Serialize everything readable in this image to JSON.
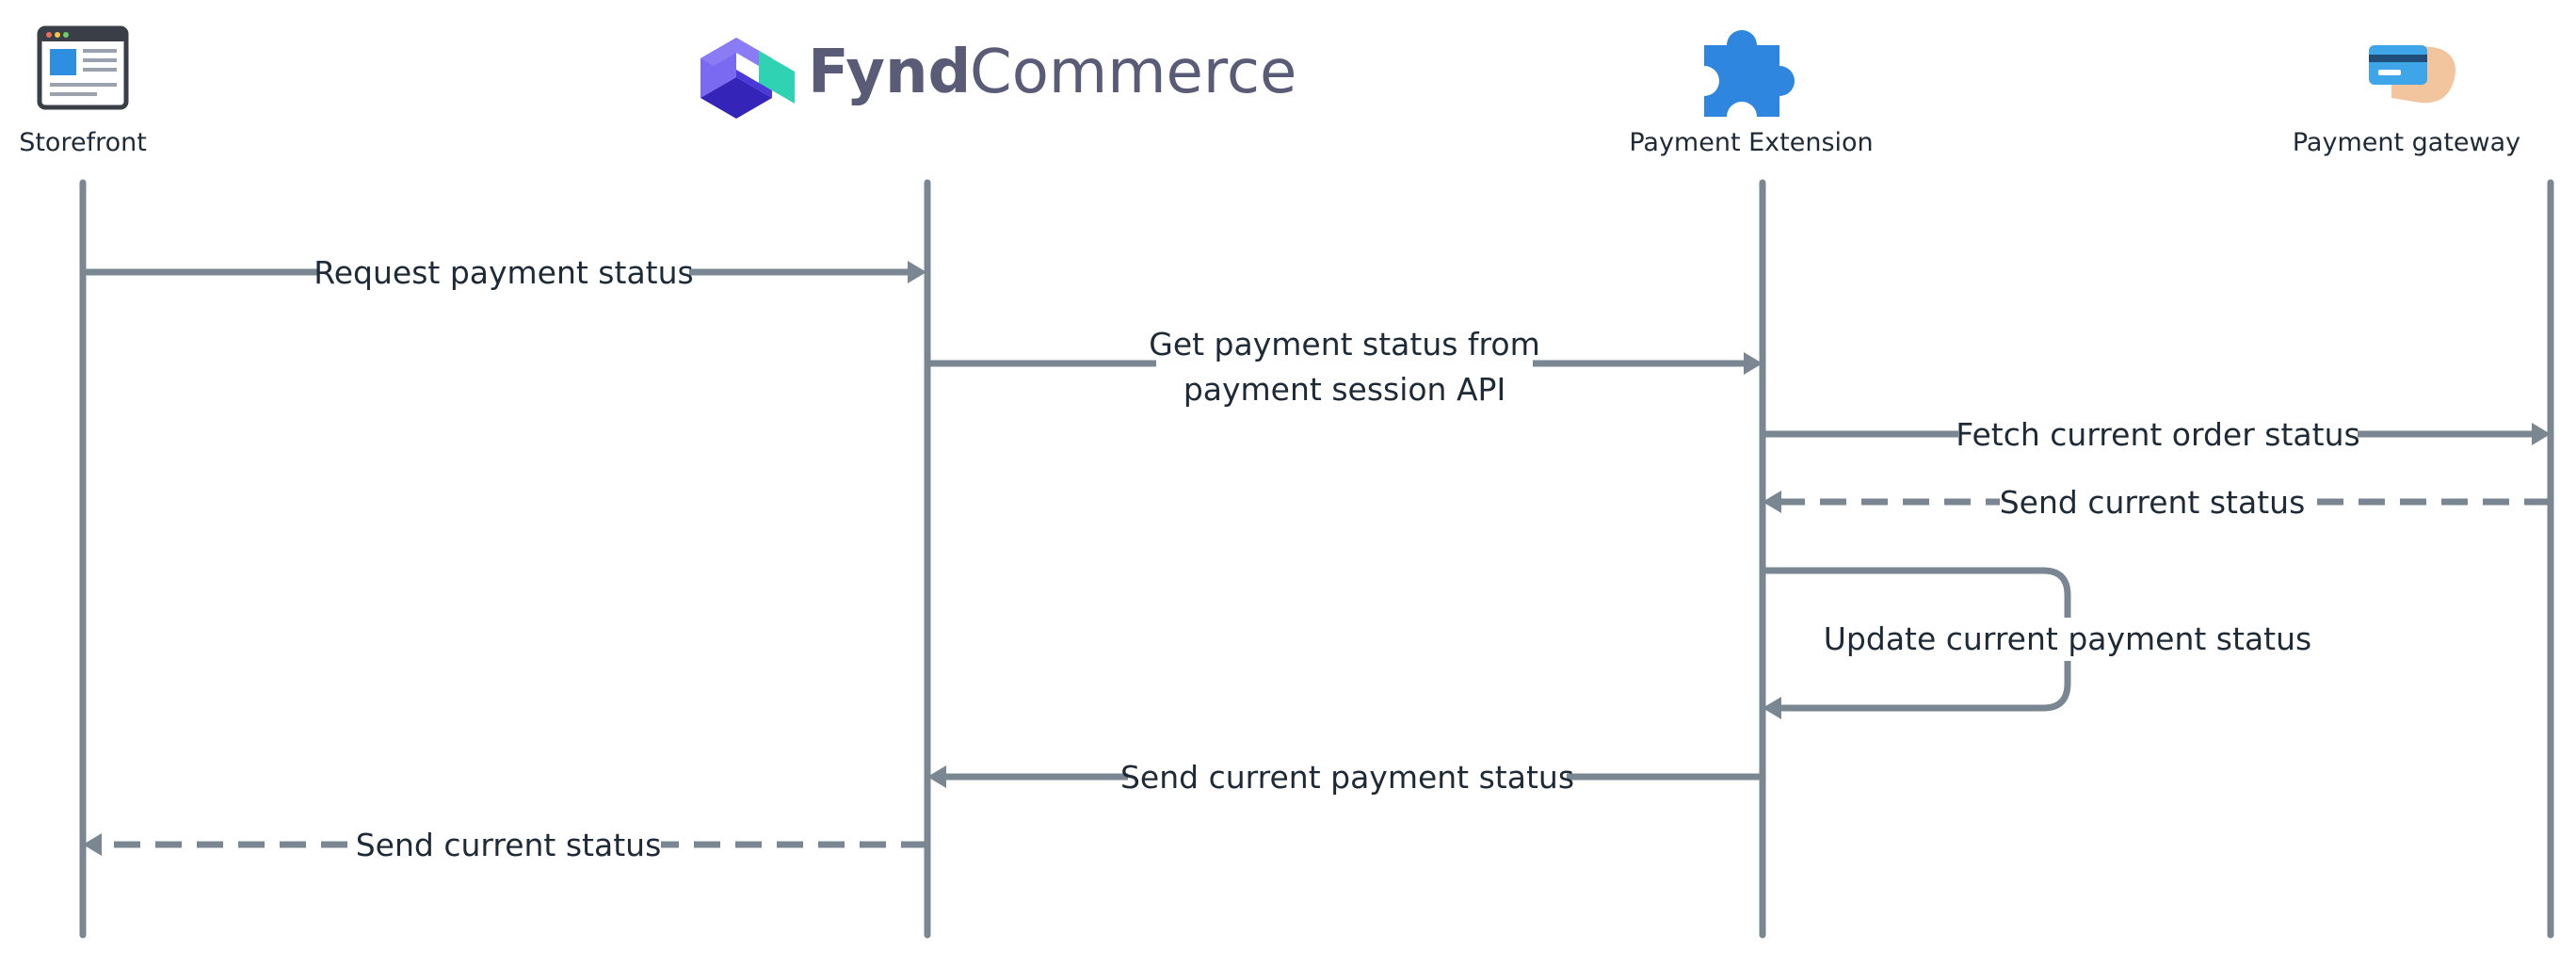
{
  "participants": [
    {
      "id": "storefront",
      "label": "Storefront",
      "icon": "storefront-window-icon"
    },
    {
      "id": "fynd",
      "label": "",
      "icon": "fynd-commerce-logo",
      "logo_words": [
        "Fynd",
        "Commerce"
      ]
    },
    {
      "id": "extension",
      "label": "Payment Extension",
      "icon": "puzzle-piece-icon"
    },
    {
      "id": "gateway",
      "label": "Payment gateway",
      "icon": "card-in-hand-icon"
    }
  ],
  "messages": [
    {
      "from": "storefront",
      "to": "fynd",
      "style": "solid",
      "lines": [
        "Request payment status"
      ]
    },
    {
      "from": "fynd",
      "to": "extension",
      "style": "solid",
      "lines": [
        "Get payment status from",
        "payment session API"
      ]
    },
    {
      "from": "extension",
      "to": "gateway",
      "style": "solid",
      "lines": [
        "Fetch current order status"
      ]
    },
    {
      "from": "gateway",
      "to": "extension",
      "style": "dashed",
      "lines": [
        "Send current status"
      ]
    },
    {
      "from": "extension",
      "to": "extension",
      "style": "solid",
      "lines": [
        "Update current payment status"
      ]
    },
    {
      "from": "extension",
      "to": "fynd",
      "style": "solid",
      "lines": [
        "Send current payment status"
      ]
    },
    {
      "from": "fynd",
      "to": "storefront",
      "style": "dashed",
      "lines": [
        "Send current status"
      ]
    }
  ],
  "colors": {
    "line": "#7a8793",
    "text": "#1f2a37",
    "logo_text": "#5a5c77",
    "puzzle": "#2f86df",
    "logo_purple": "#6a5cf0",
    "logo_teal": "#2fd3b3"
  }
}
